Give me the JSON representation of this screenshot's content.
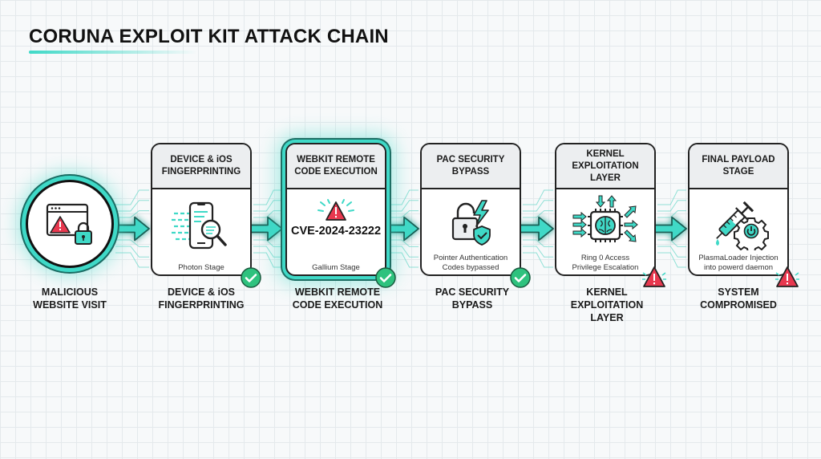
{
  "title": "CORUNA EXPLOIT KIT ATTACK CHAIN",
  "colors": {
    "accent": "#3fd9c7",
    "danger": "#e8384f",
    "success": "#2ec27e",
    "outline": "#222222"
  },
  "start_node": {
    "icon": "browser-warning-lock-icon",
    "label_line1": "MALICIOUS",
    "label_line2": "WEBSITE VISIT"
  },
  "stages": [
    {
      "header": "DEVICE & iOS FINGERPRINTING",
      "icon": "phone-magnifier-icon",
      "caption": "Photon Stage",
      "label_line1": "DEVICE & iOS",
      "label_line2": "FINGERPRINTING",
      "status": "success"
    },
    {
      "header": "WEBKIT REMOTE CODE EXECUTION",
      "icon": "warning-icon",
      "cve": "CVE-2024-23222",
      "caption": "Gallium Stage",
      "label_line1": "WEBKIT REMOTE",
      "label_line2": "CODE EXECUTION",
      "status": "success",
      "highlighted": true
    },
    {
      "header": "PAC SECURITY BYPASS",
      "icon": "broken-lock-lightning-shield-icon",
      "caption_line1": "Pointer Authentication",
      "caption_line2": "Codes bypassed",
      "label_line1": "PAC SECURITY",
      "label_line2": "BYPASS",
      "status": "success"
    },
    {
      "header": "KERNEL EXPLOITATION LAYER",
      "icon": "chip-brain-icon",
      "caption_line1": "Ring 0 Access",
      "caption_line2": "Privilege Escalation",
      "label_line1": "KERNEL",
      "label_line2": "EXPLOITATION",
      "label_line3": "LAYER",
      "status": "warning"
    },
    {
      "header": "FINAL PAYLOAD STAGE",
      "icon": "syringe-gear-icon",
      "caption_line1": "PlasmaLoader Injection",
      "caption_line2": "into powerd daemon",
      "label_line1": "SYSTEM",
      "label_line2": "COMPROMISED",
      "status": "warning"
    }
  ]
}
